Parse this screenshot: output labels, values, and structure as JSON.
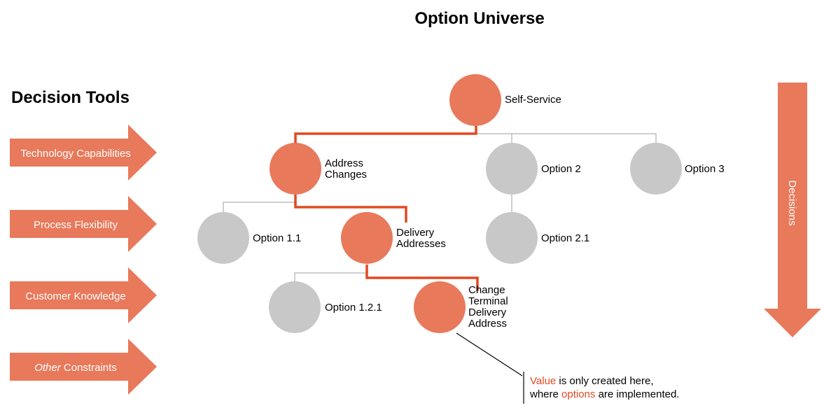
{
  "title": "Option Universe",
  "decision_tools": {
    "heading": "Decision Tools",
    "items": [
      {
        "label": "Technology Capabilities"
      },
      {
        "label": "Process Flexibility"
      },
      {
        "label": "Customer Knowledge"
      },
      {
        "prefix_italic": "Other",
        "label": " Constraints"
      }
    ]
  },
  "decisions_label": "Decisions",
  "nodes": {
    "self_service": "Self-Service",
    "address_changes": [
      "Address",
      "Changes"
    ],
    "option_2": "Option 2",
    "option_3": "Option 3",
    "option_1_1": "Option 1.1",
    "delivery_addresses": [
      "Delivery",
      "Addresses"
    ],
    "option_2_1": "Option 2.1",
    "option_1_2_1": "Option 1.2.1",
    "change_terminal": [
      "Change",
      "Terminal",
      "Delivery",
      "Address"
    ]
  },
  "callout": {
    "line1_highlight": "Value",
    "line1_rest": " is only created here,",
    "line2_start": "where ",
    "line2_highlight": "options",
    "line2_end": " are implemented."
  },
  "colors": {
    "selected": "#E8795B",
    "unselected": "#C8C8C8",
    "path": "#E04A21",
    "connector": "#BFBFBF",
    "highlight_text": "#E04A21"
  }
}
